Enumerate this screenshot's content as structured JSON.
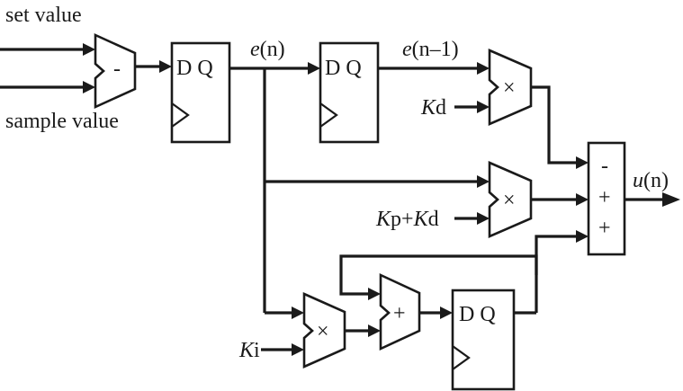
{
  "inputs": {
    "set_value": "set value",
    "sample_value": "sample value"
  },
  "subtractor": {
    "op": "-"
  },
  "flipflop": {
    "label": "D Q"
  },
  "signals": {
    "e_n": {
      "var": "e",
      "arg": "(n)"
    },
    "e_n_minus_1": {
      "var": "e",
      "arg_open": "(n",
      "arg_minus": "–",
      "arg_close": "1)"
    },
    "u_n": {
      "var": "u",
      "arg": "(n)"
    }
  },
  "gains": {
    "kd": {
      "k": "K",
      "sub": "d"
    },
    "kp_kd": {
      "k1": "K",
      "sub1": "p+",
      "k2": "K",
      "sub2": "d"
    },
    "ki": {
      "k": "K",
      "sub": "i"
    }
  },
  "multipliers": {
    "op": "×"
  },
  "integrator_adder": {
    "op": "+"
  },
  "output_summer": {
    "signs": [
      "-",
      "+",
      "+"
    ]
  }
}
